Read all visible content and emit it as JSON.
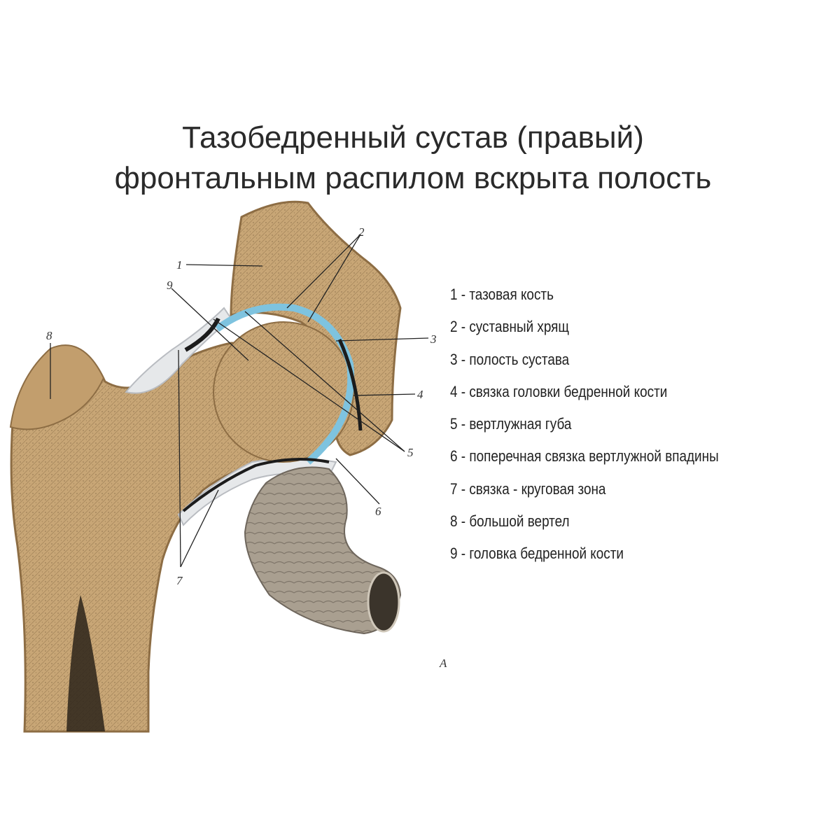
{
  "title": {
    "line1": "Тазобедренный сустав (правый)",
    "line2": "фронтальным распилом вскрыта полость"
  },
  "legend": [
    "1 - тазовая кость",
    "2 - суставный хрящ",
    "3 - полость сустава",
    "4 - связка головки бедренной кости",
    "5 - вертлужная губа",
    "6 - поперечная связка вертлужной впадины",
    "7 - связка - круговая зона",
    "8 - большой вертел",
    "9 - головка бедренной кости"
  ],
  "figure_labels": {
    "n1": "1",
    "n2": "2",
    "n3": "3",
    "n4": "4",
    "n5": "5",
    "n6": "6",
    "n7": "7",
    "n8": "8",
    "n9": "9",
    "panel": "A"
  },
  "colors": {
    "bone": "#c9a877",
    "bone_dark": "#a07f52",
    "cartilage": "#7ec3df",
    "capsule": "#e4e6e9",
    "cavity": "#1c1c1c",
    "ligament": "#a39a8c"
  }
}
